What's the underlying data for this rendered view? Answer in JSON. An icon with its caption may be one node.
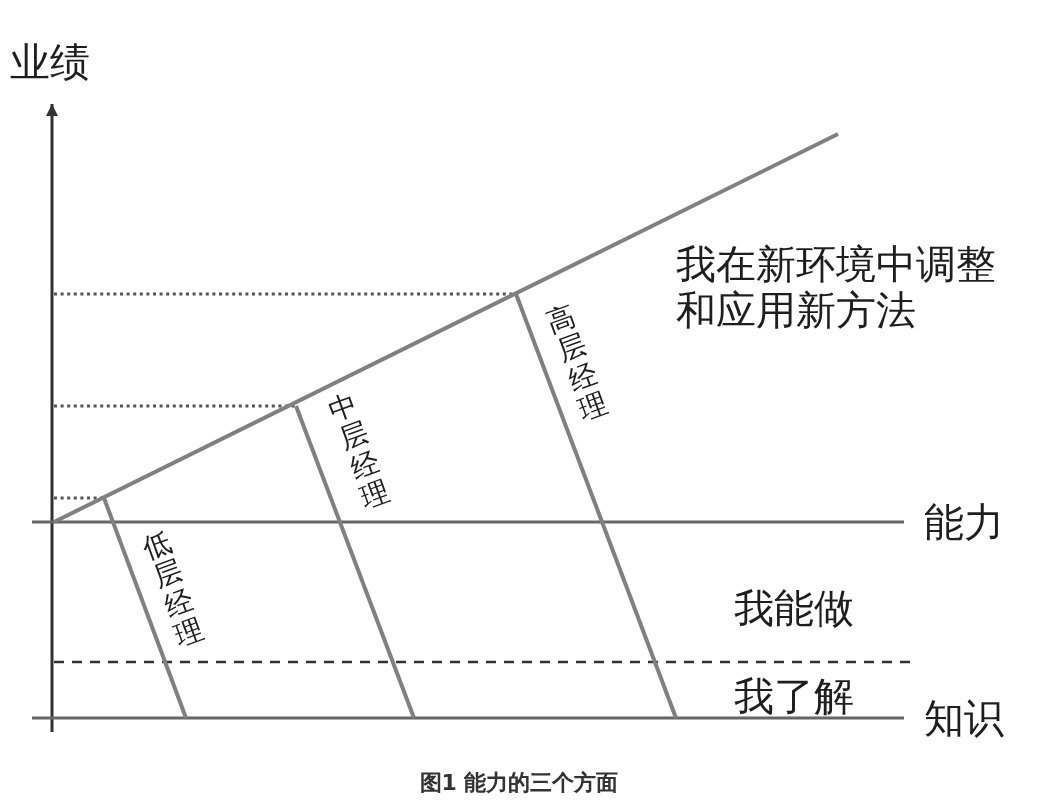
{
  "diagram": {
    "caption": "图1 能力的三个方面",
    "labels": [
      "业绩",
      "我在新环境中调整和应用新方法",
      "高层经理",
      "中层经理",
      "能力",
      "低层经理",
      "我能做",
      "我了解",
      "知识"
    ]
  }
}
